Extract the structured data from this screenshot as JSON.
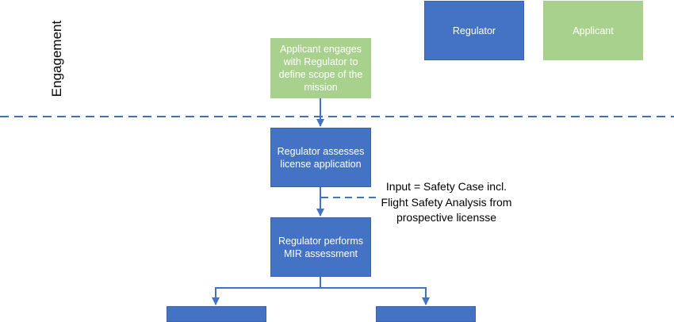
{
  "phase_label": "Engagement",
  "legend": {
    "regulator": "Regulator",
    "applicant": "Applicant"
  },
  "steps": {
    "engage": "Applicant engages with Regulator to define scope of the mission",
    "assess": "Regulator assesses license application",
    "mir": "Regulator performs MIR assessment"
  },
  "input_note": "Input = Safety Case incl. Flight Safety Analysis from prospective licensse",
  "colors": {
    "regulator": "#4472c4",
    "applicant": "#a9d18e",
    "divider": "#3f6fb5"
  }
}
